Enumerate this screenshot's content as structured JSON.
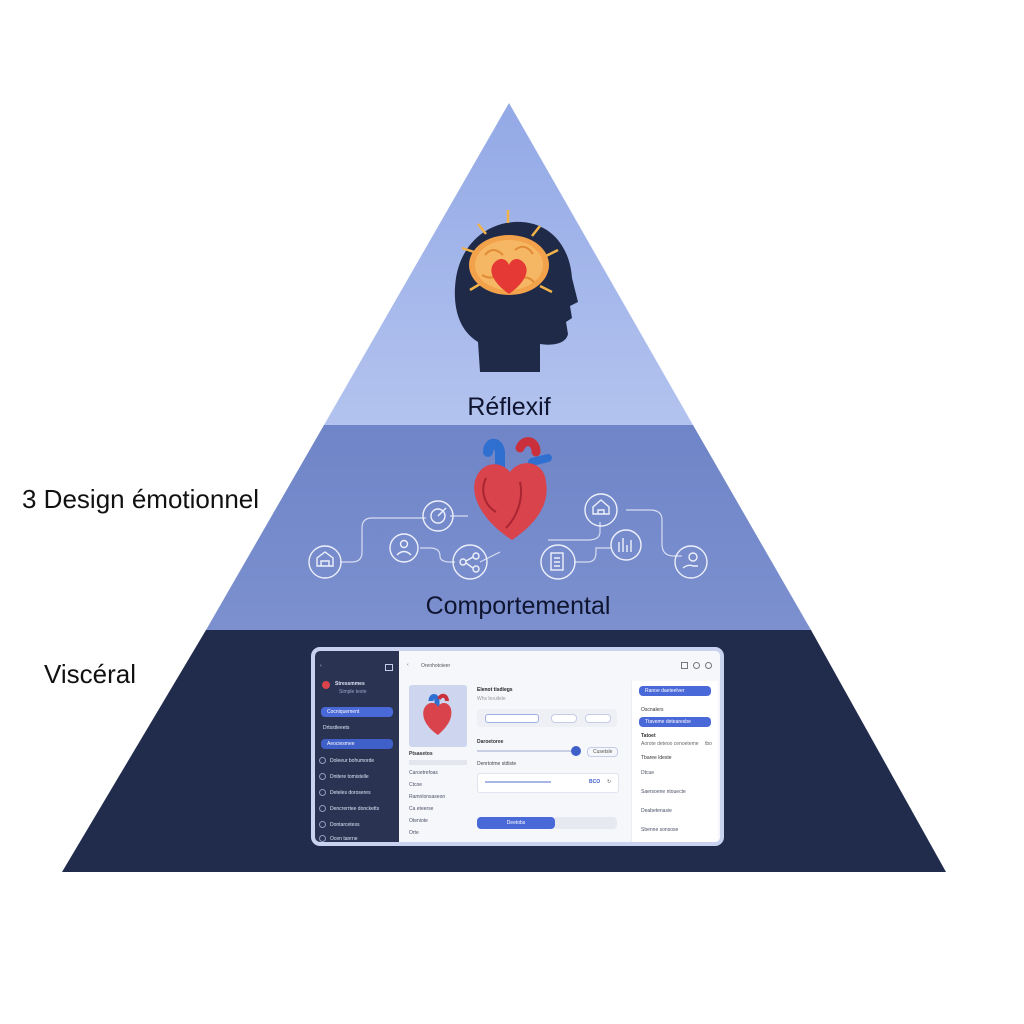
{
  "title": "3 Design émotionnel",
  "tiers": [
    {
      "label": "Réflexif",
      "color": "#a7b9ec"
    },
    {
      "label": "Comportemental",
      "color": "#7488c6"
    },
    {
      "label": "Viscéral",
      "color": "#212c4d"
    }
  ],
  "icons": {
    "top": "head-with-brain-and-heart-icon",
    "middle": "anatomical-heart-icon",
    "network": [
      "house-icon",
      "person-icon",
      "target-icon",
      "share-icon",
      "checklist-icon",
      "home-icon",
      "chart-icon",
      "gear-hand-icon"
    ]
  },
  "app": {
    "sidebar_title": "Stressmmes",
    "sidebar_sub": "Simple texte",
    "sidebar_button": "Cocniquement",
    "sidebar_section": "Drtsstleeets",
    "sidebar_selected": "Aeociesmee",
    "sidebar_items": [
      "Doleeur bohumorde",
      "Dnitere tomistelle",
      "Deteles doroseres",
      "Dencrerrtee doncketts",
      "Dontarcetess",
      "Ocen tanrne"
    ],
    "header_title": "Orenhotoieer",
    "product_title": "Elenot tisdiegs",
    "product_sub": "Whs bouilele",
    "section_label": "Daroetoree",
    "slider_value": "Cusetsle",
    "section_label2": "Denrtotme stdiste",
    "player_value": "BCO",
    "left_list_title": "Ptsasetos",
    "left_list": [
      "Caroetrefoas",
      "Ctcoe",
      "Ramnlonsaseon",
      "Ca eteerse",
      "Oteniote",
      "Orte"
    ],
    "action_button": "Deetobs",
    "right_button1": "Ranoe daeteelver",
    "right_section1": "Oscnalers",
    "right_button2": "Ttaveme detearesbe",
    "right_label": "Tatoet",
    "right_detail": "Aorote deteoo cenoeteme",
    "right_detail_val": "tbo",
    "right_section2": "Tbaree ldeste",
    "right_items": [
      "Dtcue",
      "Saersoene ntouecte",
      "Deabetenasie",
      "Sbenne sonsose"
    ]
  }
}
